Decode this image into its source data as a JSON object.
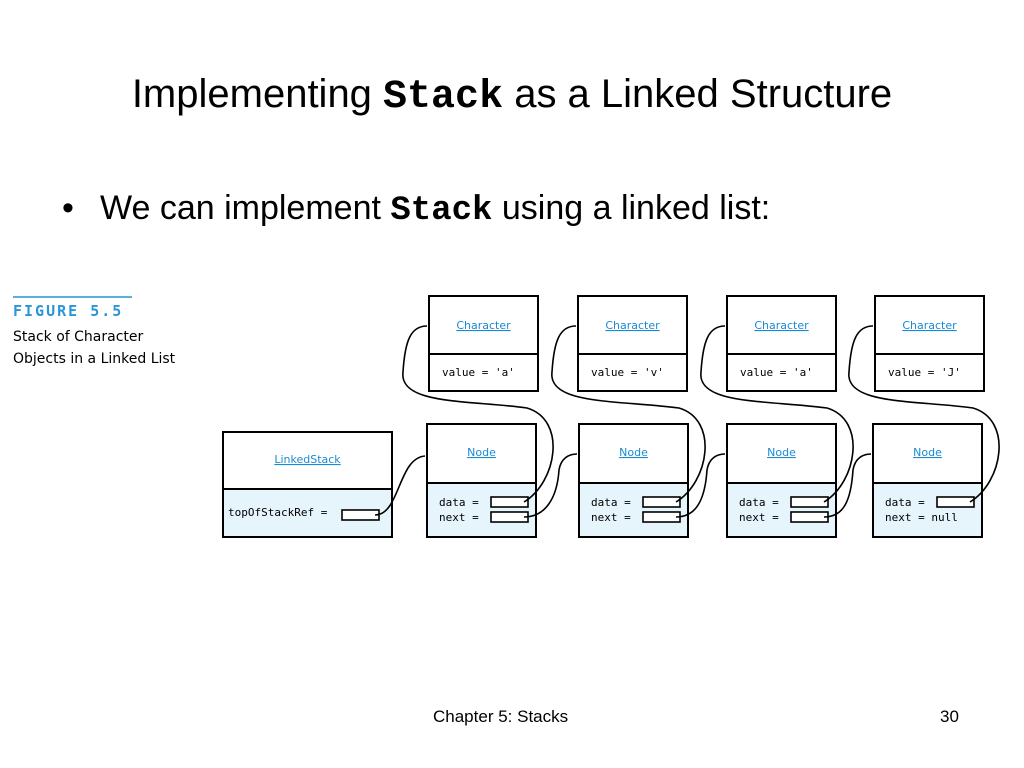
{
  "slide": {
    "title_pre": "Implementing ",
    "title_code": "Stack",
    "title_post": " as a Linked Structure",
    "bullet_pre": "We can implement ",
    "bullet_code": "Stack",
    "bullet_post": " using a linked list:",
    "bullet_glyph": "•"
  },
  "figure": {
    "label": "FIGURE 5.5",
    "caption_line1": "Stack of Character",
    "caption_line2": "Objects in a Linked List"
  },
  "diagram": {
    "linked_stack": {
      "class_name": "LinkedStack",
      "field": "topOfStackRef ="
    },
    "characters": [
      {
        "class_name": "Character",
        "field": "value = 'a'"
      },
      {
        "class_name": "Character",
        "field": "value = 'v'"
      },
      {
        "class_name": "Character",
        "field": "value = 'a'"
      },
      {
        "class_name": "Character",
        "field": "value = 'J'"
      }
    ],
    "nodes": [
      {
        "class_name": "Node",
        "data_label": "data =",
        "next_label": "next ="
      },
      {
        "class_name": "Node",
        "data_label": "data =",
        "next_label": "next ="
      },
      {
        "class_name": "Node",
        "data_label": "data =",
        "next_label": "next ="
      },
      {
        "class_name": "Node",
        "data_label": "data =",
        "next_label": "next = null"
      }
    ]
  },
  "footer": {
    "text": "Chapter 5: Stacks",
    "page": "30"
  },
  "colors": {
    "figure_accent": "#2a96d8",
    "box_fill": "#e6f4fc",
    "class_link": "#1a8ad4"
  }
}
